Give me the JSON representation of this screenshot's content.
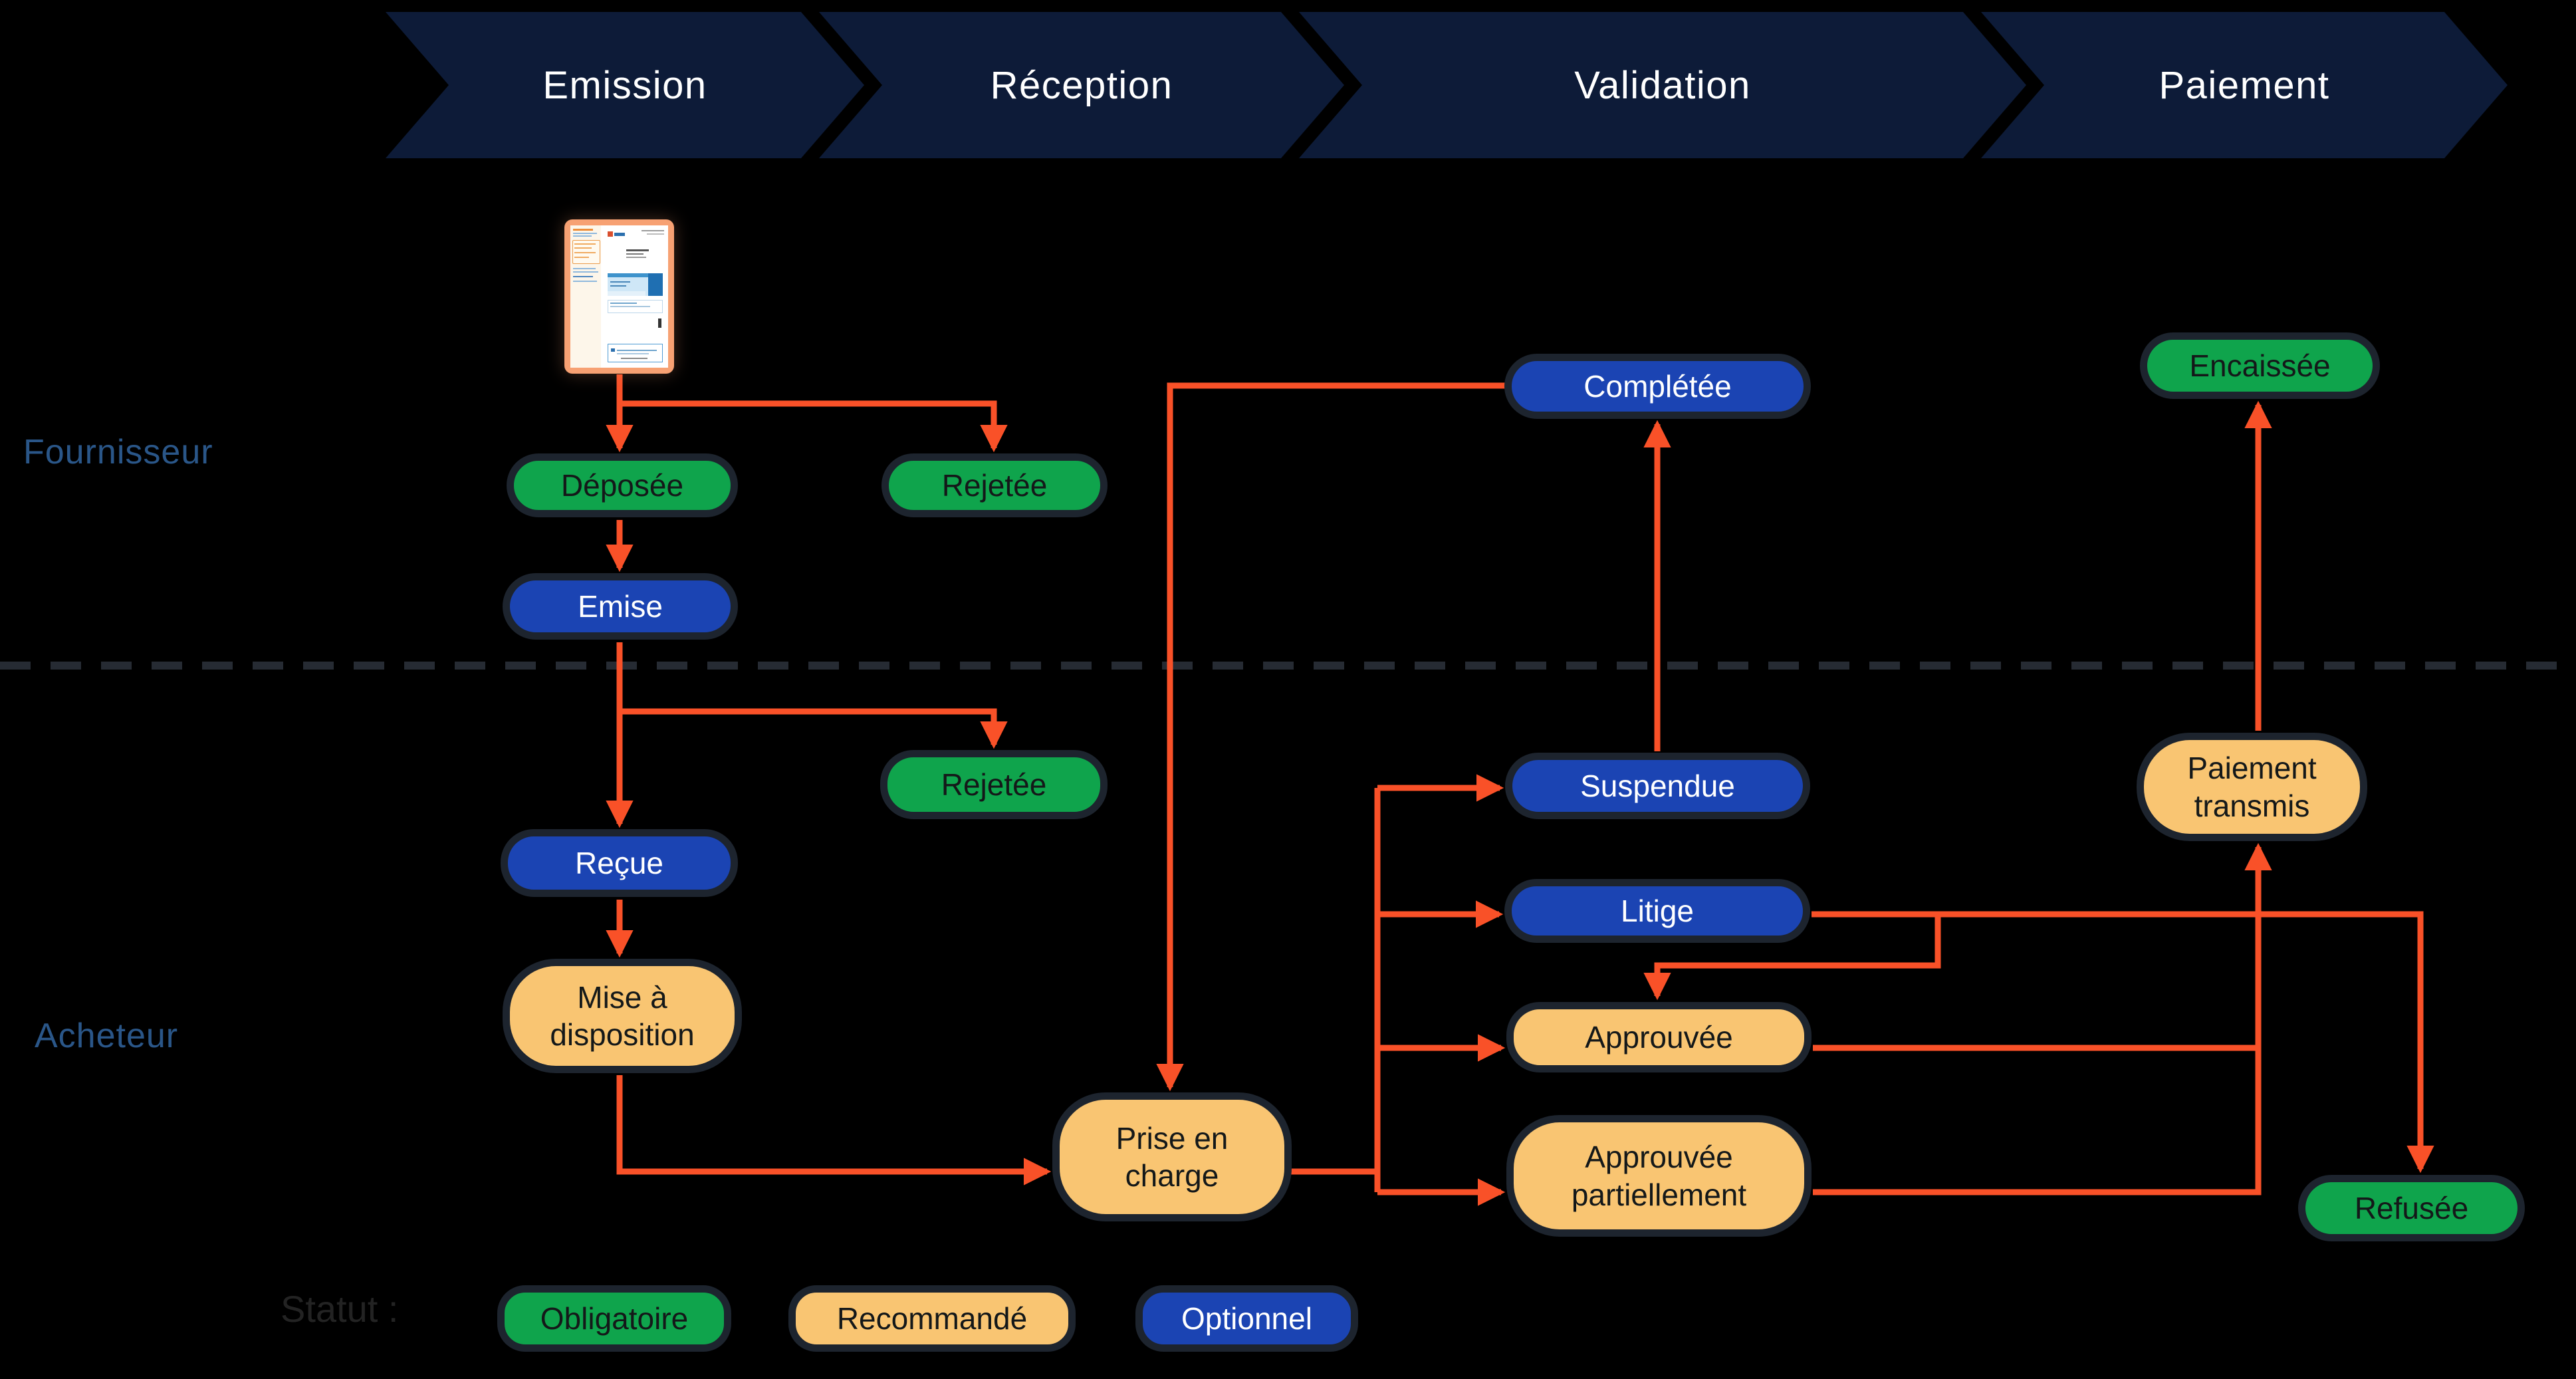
{
  "phases": [
    {
      "label": "Emission"
    },
    {
      "label": "Réception"
    },
    {
      "label": "Validation"
    },
    {
      "label": "Paiement"
    }
  ],
  "lanes": [
    {
      "label": "Fournisseur"
    },
    {
      "label": "Acheteur"
    }
  ],
  "nodes": [
    {
      "id": "deposee",
      "label": "Déposée",
      "status": "obligatoire",
      "lane": "Fournisseur",
      "phase": "Emission"
    },
    {
      "id": "rejetee-emission",
      "label": "Rejetée",
      "status": "obligatoire",
      "lane": "Fournisseur",
      "phase": "Réception"
    },
    {
      "id": "emise",
      "label": "Emise",
      "status": "optionnel",
      "lane": "Fournisseur",
      "phase": "Emission"
    },
    {
      "id": "rejetee-reception",
      "label": "Rejetée",
      "status": "obligatoire",
      "lane": "Acheteur",
      "phase": "Réception"
    },
    {
      "id": "recue",
      "label": "Reçue",
      "status": "optionnel",
      "lane": "Acheteur",
      "phase": "Emission"
    },
    {
      "id": "mise-a-disposition",
      "label": "Mise à disposition",
      "status": "recommande",
      "lane": "Acheteur",
      "phase": "Emission"
    },
    {
      "id": "prise-en-charge",
      "label": "Prise en charge",
      "status": "recommande",
      "lane": "Acheteur",
      "phase": "Réception"
    },
    {
      "id": "completee",
      "label": "Complétée",
      "status": "optionnel",
      "lane": "Fournisseur",
      "phase": "Validation"
    },
    {
      "id": "suspendue",
      "label": "Suspendue",
      "status": "optionnel",
      "lane": "Acheteur",
      "phase": "Validation"
    },
    {
      "id": "litige",
      "label": "Litige",
      "status": "optionnel",
      "lane": "Acheteur",
      "phase": "Validation"
    },
    {
      "id": "approuvee",
      "label": "Approuvée",
      "status": "recommande",
      "lane": "Acheteur",
      "phase": "Validation"
    },
    {
      "id": "approuvee-partiellement",
      "label": "Approuvée partiellement",
      "status": "recommande",
      "lane": "Acheteur",
      "phase": "Validation"
    },
    {
      "id": "paiement-transmis",
      "label": "Paiement transmis",
      "status": "recommande",
      "lane": "Acheteur",
      "phase": "Paiement"
    },
    {
      "id": "encaissee",
      "label": "Encaissée",
      "status": "obligatoire",
      "lane": "Fournisseur",
      "phase": "Paiement"
    },
    {
      "id": "refusee",
      "label": "Refusée",
      "status": "obligatoire",
      "lane": "Acheteur",
      "phase": "Paiement"
    }
  ],
  "edges": [
    {
      "from": "facture",
      "to": "deposee"
    },
    {
      "from": "facture",
      "to": "rejetee-emission"
    },
    {
      "from": "deposee",
      "to": "emise"
    },
    {
      "from": "emise",
      "to": "recue"
    },
    {
      "from": "emise",
      "to": "rejetee-reception"
    },
    {
      "from": "recue",
      "to": "mise-a-disposition"
    },
    {
      "from": "mise-a-disposition",
      "to": "prise-en-charge"
    },
    {
      "from": "completee",
      "to": "prise-en-charge"
    },
    {
      "from": "prise-en-charge",
      "to": "suspendue"
    },
    {
      "from": "prise-en-charge",
      "to": "litige"
    },
    {
      "from": "prise-en-charge",
      "to": "approuvee"
    },
    {
      "from": "prise-en-charge",
      "to": "approuvee-partiellement"
    },
    {
      "from": "suspendue",
      "to": "completee"
    },
    {
      "from": "litige",
      "to": "approuvee"
    },
    {
      "from": "litige",
      "to": "refusee"
    },
    {
      "from": "approuvee",
      "to": "paiement-transmis"
    },
    {
      "from": "approuvee-partiellement",
      "to": "paiement-transmis"
    },
    {
      "from": "paiement-transmis",
      "to": "encaissee"
    }
  ],
  "legend": {
    "label": "Statut :",
    "items": [
      {
        "label": "Obligatoire",
        "status": "obligatoire",
        "color": "#0fa44c"
      },
      {
        "label": "Recommandé",
        "status": "recommande",
        "color": "#f9c572"
      },
      {
        "label": "Optionnel",
        "status": "optionnel",
        "color": "#1b44b3"
      }
    ]
  },
  "icons": [
    {
      "name": "invoice-document-thumbnail"
    }
  ],
  "colors": {
    "background": "#000000",
    "chevron": "#0d1b38",
    "status_obligatoire": "#0fa44c",
    "status_recommande": "#f9c572",
    "status_optionnel": "#1b44b3",
    "node_border": "#1d242e",
    "arrow": "#f95128",
    "lane_label": "#2a5688",
    "dashed_separator": "#262b33",
    "document_border": "#f7a173"
  }
}
